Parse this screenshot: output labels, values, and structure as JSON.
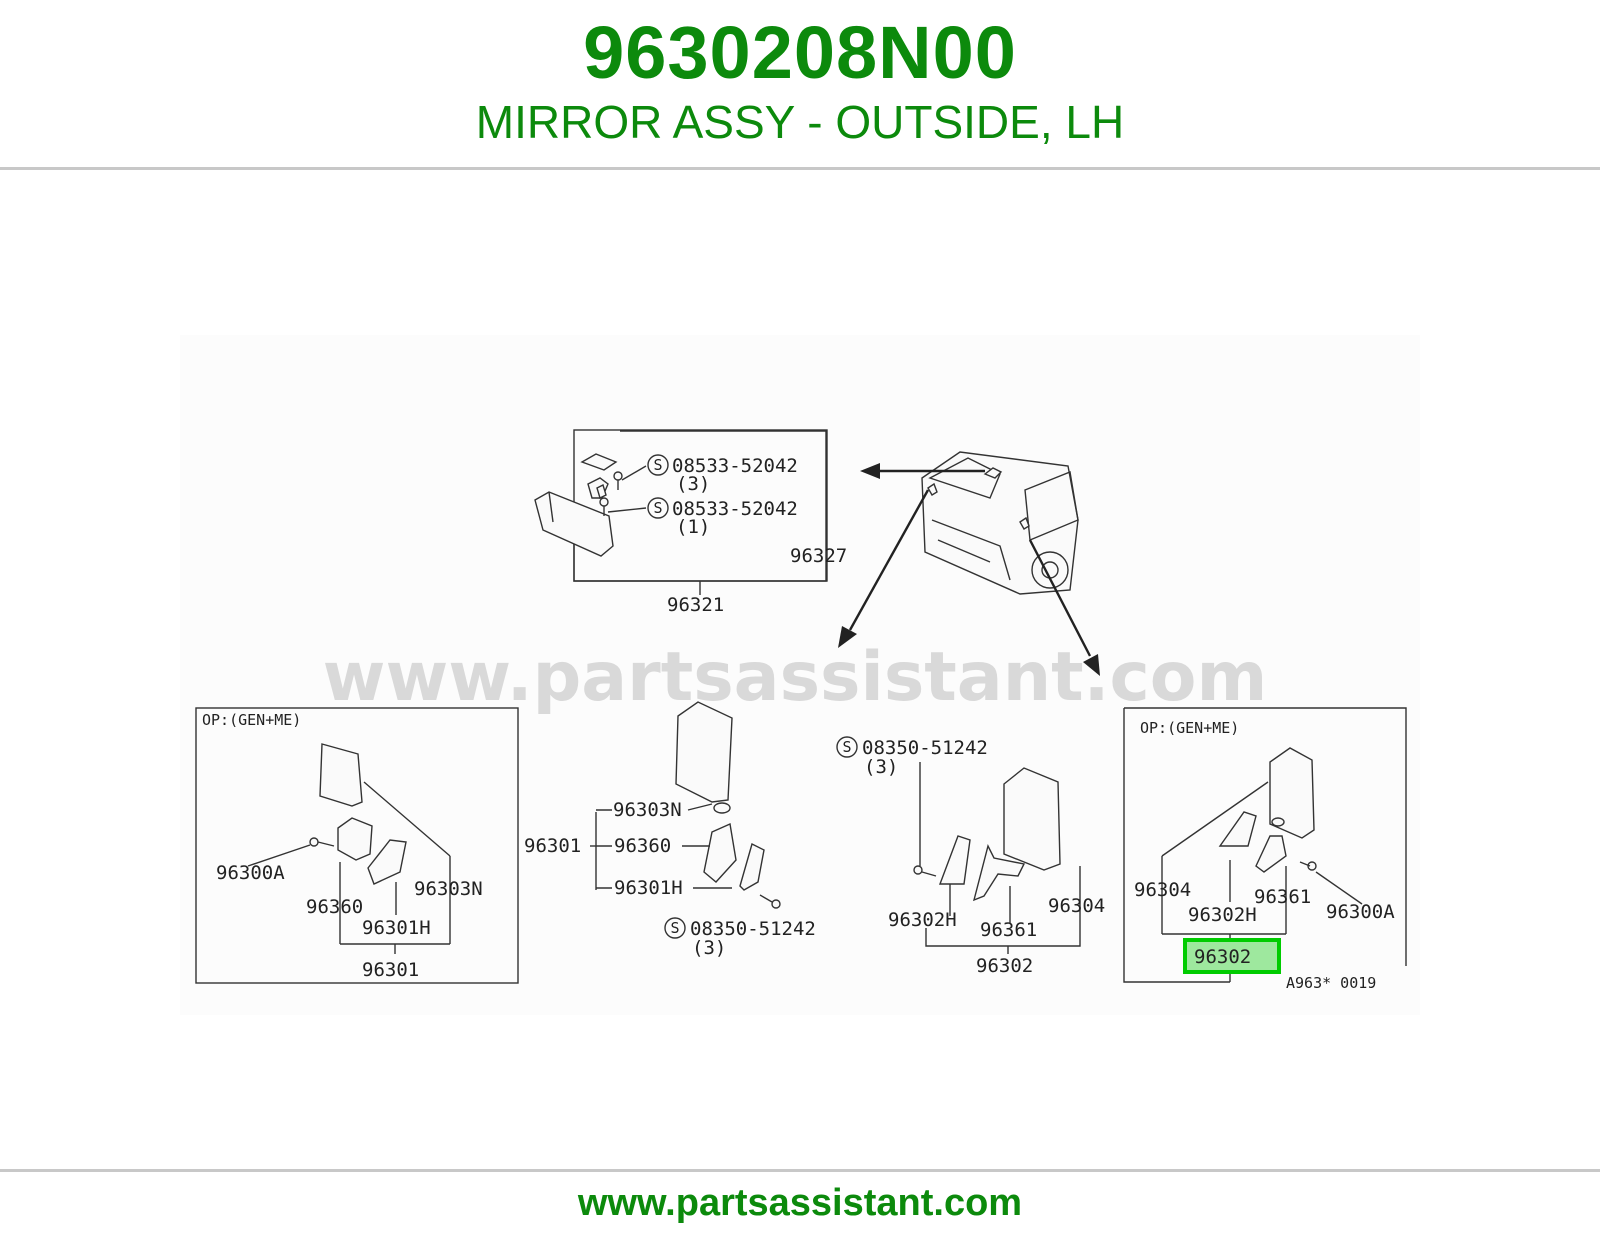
{
  "header": {
    "part_number": "9630208N00",
    "description": "MIRROR ASSY - OUTSIDE, LH"
  },
  "watermark": "www.partsassistant.com",
  "footer": {
    "site": "www.partsassistant.com"
  },
  "diagram": {
    "labels": {
      "screw_top_1": "08533-52042",
      "screw_top_1_qty": "(3)",
      "screw_top_2": "08533-52042",
      "screw_top_2_qty": "(1)",
      "p96327": "96327",
      "p96321": "96321",
      "left_box_note": "OP:(GEN+ME)",
      "left_96300A": "96300A",
      "left_96360": "96360",
      "left_96303N": "96303N",
      "left_96301H": "96301H",
      "left_96301": "96301",
      "mid_96303N": "96303N",
      "mid_96301": "96301",
      "mid_96360": "96360",
      "mid_96301H": "96301H",
      "mid_screw": "08350-51242",
      "mid_screw_qty": "(3)",
      "rm_screw": "08350-51242",
      "rm_screw_qty": "(3)",
      "rm_96302H": "96302H",
      "rm_96361": "96361",
      "rm_96304": "96304",
      "rm_96302": "96302",
      "right_box_note": "OP:(GEN+ME)",
      "right_96304": "96304",
      "right_96302H": "96302H",
      "right_96361": "96361",
      "right_96300A": "96300A",
      "right_96302_highlight": "96302",
      "diagram_code": "A963* 0019"
    },
    "highlight_color": "#00cc00"
  }
}
